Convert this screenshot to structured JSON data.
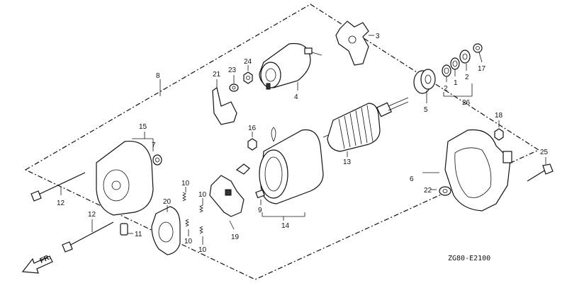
{
  "diagram": {
    "code": "ZG80-E2100",
    "direction_label": "FR.",
    "callouts": {
      "c1": "1",
      "c2a": "2",
      "c2b": "2",
      "c3": "3",
      "c4": "4",
      "c5": "5",
      "c6": "6",
      "c7": "7",
      "c8": "8",
      "c9": "9",
      "c10a": "10",
      "c10b": "10",
      "c10c": "10",
      "c10d": "10",
      "c11": "11",
      "c12a": "12",
      "c12b": "12",
      "c13": "13",
      "c14": "14",
      "c15": "15",
      "c16": "16",
      "c17": "17",
      "c18": "18",
      "c19": "19",
      "c20": "20",
      "c21": "21",
      "c22": "22",
      "c23": "23",
      "c24": "24",
      "c25": "25",
      "c26": "26"
    },
    "colors": {
      "line": "#111111",
      "background": "#ffffff"
    }
  }
}
